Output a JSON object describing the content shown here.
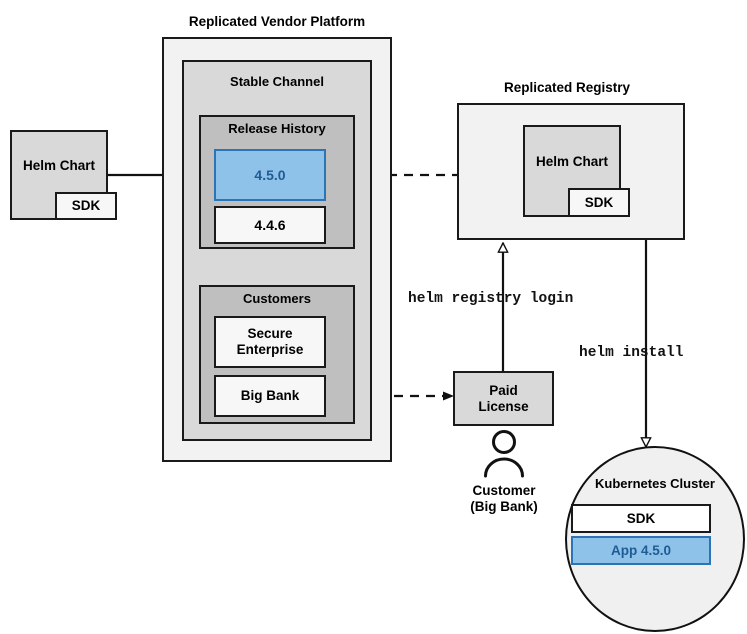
{
  "diagram": {
    "title": "Replicated Vendor Platform distribution flow",
    "colors": {
      "accent_blue_fill": "#8fc2e8",
      "accent_blue_border": "#2d74b5",
      "accent_blue_text": "#1f5c96",
      "outer_container_fill": "#f2f2f2",
      "mid_container_fill": "#d9d9d9",
      "inner_container_fill": "#bfbfbf",
      "node_white_fill": "#f7f7f7",
      "stroke": "#1a1a1a",
      "canvas": "#ffffff"
    }
  },
  "source_chart": {
    "label": "Helm Chart",
    "sdk_label": "SDK"
  },
  "vendor_platform": {
    "title": "Replicated Vendor Platform",
    "stable_channel": {
      "title": "Stable Channel",
      "release_history": {
        "title": "Release History",
        "releases": [
          {
            "version": "4.5.0",
            "highlighted": true
          },
          {
            "version": "4.4.6",
            "highlighted": false
          }
        ]
      },
      "customers": {
        "title": "Customers",
        "items": [
          {
            "name": "Secure\nEnterprise",
            "highlighted": false
          },
          {
            "name": "Big Bank",
            "highlighted": false
          }
        ]
      }
    }
  },
  "registry": {
    "title": "Replicated Registry",
    "chart_label": "Helm Chart",
    "sdk_label": "SDK"
  },
  "license": {
    "label": "Paid\nLicense"
  },
  "customer_actor": {
    "icon": "person-icon",
    "label": "Customer\n(Big Bank)"
  },
  "cluster": {
    "title": "Kubernetes Cluster",
    "components": [
      {
        "label": "SDK",
        "highlighted": false
      },
      {
        "label": "App 4.5.0",
        "highlighted": true
      }
    ]
  },
  "commands": {
    "registry_login": "helm registry login",
    "install": "helm install"
  },
  "edges": [
    {
      "from": "source-helm-chart",
      "to": "release-4-5-0",
      "style": "solid",
      "arrow": "filled"
    },
    {
      "from": "release-4-5-0",
      "to": "registry-helm-chart",
      "style": "dashed",
      "arrow": "filled"
    },
    {
      "from": "customer-big-bank",
      "to": "paid-license",
      "style": "dashed",
      "arrow": "filled"
    },
    {
      "from": "paid-license",
      "to": "replicated-registry",
      "style": "solid",
      "arrow": "open",
      "label": "helm registry login"
    },
    {
      "from": "replicated-registry",
      "to": "kubernetes-cluster",
      "style": "solid",
      "arrow": "open",
      "label": "helm install"
    }
  ]
}
